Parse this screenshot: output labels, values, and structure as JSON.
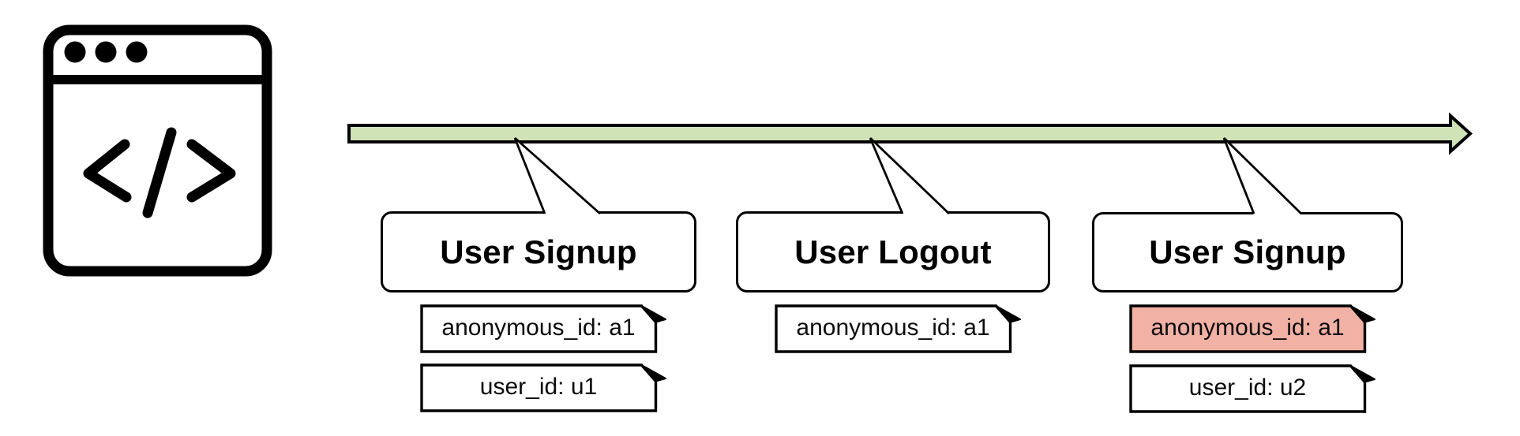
{
  "colors": {
    "timeline_green": "#cfe3b6",
    "highlight_salmon": "#f2b1a5",
    "stroke_black": "#000000"
  },
  "browser_icon": {
    "glyph": "</>",
    "description": "browser window with code symbol"
  },
  "timeline": {
    "direction": "left-to-right"
  },
  "events": [
    {
      "title": "User Signup",
      "notes": [
        {
          "text": "anonymous_id: a1",
          "highlighted": false
        },
        {
          "text": "user_id: u1",
          "highlighted": false
        }
      ]
    },
    {
      "title": "User Logout",
      "notes": [
        {
          "text": "anonymous_id: a1",
          "highlighted": false
        }
      ]
    },
    {
      "title": "User Signup",
      "notes": [
        {
          "text": "anonymous_id: a1",
          "highlighted": true
        },
        {
          "text": "user_id: u2",
          "highlighted": false
        }
      ]
    }
  ]
}
